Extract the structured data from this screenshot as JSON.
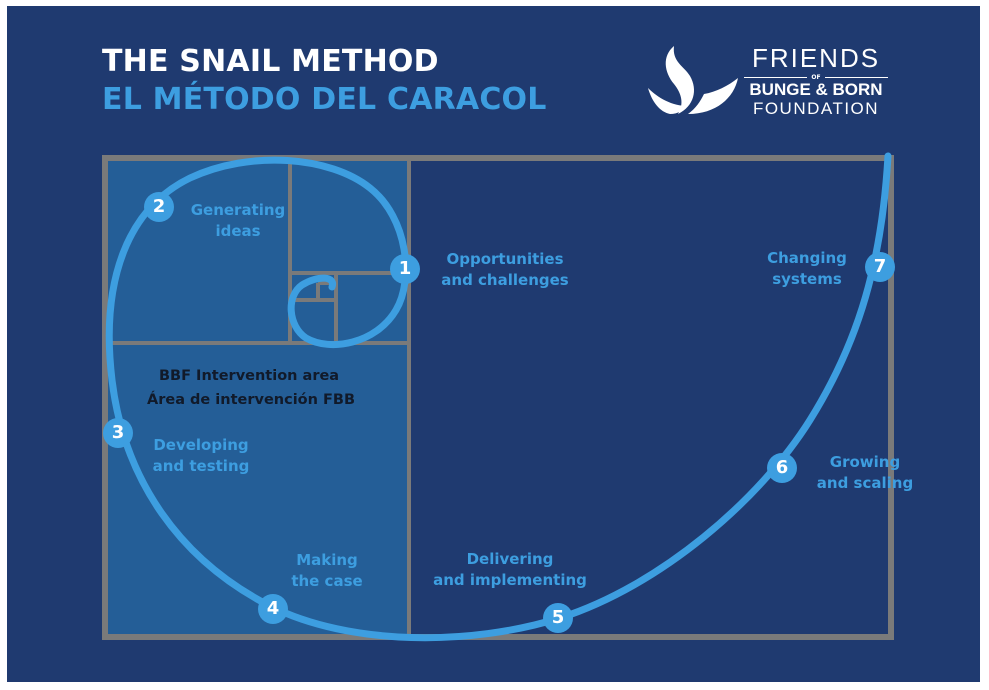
{
  "header": {
    "title_en": "THE SNAIL METHOD",
    "title_es": "EL MÉTODO DEL CARACOL"
  },
  "logo": {
    "line1": "FRIENDS",
    "of": "OF",
    "line2": "BUNGE & BORN",
    "line3": "FOUNDATION",
    "icon": "flame-leaf-icon"
  },
  "intervention_area": {
    "label_en": "BBF Intervention area",
    "label_es": "Área de intervención FBB"
  },
  "steps": [
    {
      "number": "1",
      "label_line1": "Opportunities",
      "label_line2": "and challenges"
    },
    {
      "number": "2",
      "label_line1": "Generating",
      "label_line2": "ideas"
    },
    {
      "number": "3",
      "label_line1": "Developing",
      "label_line2": "and testing"
    },
    {
      "number": "4",
      "label_line1": "Making",
      "label_line2": "the case"
    },
    {
      "number": "5",
      "label_line1": "Delivering",
      "label_line2": "and implementing"
    },
    {
      "number": "6",
      "label_line1": "Growing",
      "label_line2": "and scaling"
    },
    {
      "number": "7",
      "label_line1": "Changing",
      "label_line2": "systems"
    }
  ],
  "colors": {
    "background": "#1f3a70",
    "intervention_area": "#245e97",
    "spiral": "#3d9ee0",
    "frame": "#7a7a7a",
    "title_primary": "#ffffff",
    "title_secondary": "#3d9ee0"
  }
}
